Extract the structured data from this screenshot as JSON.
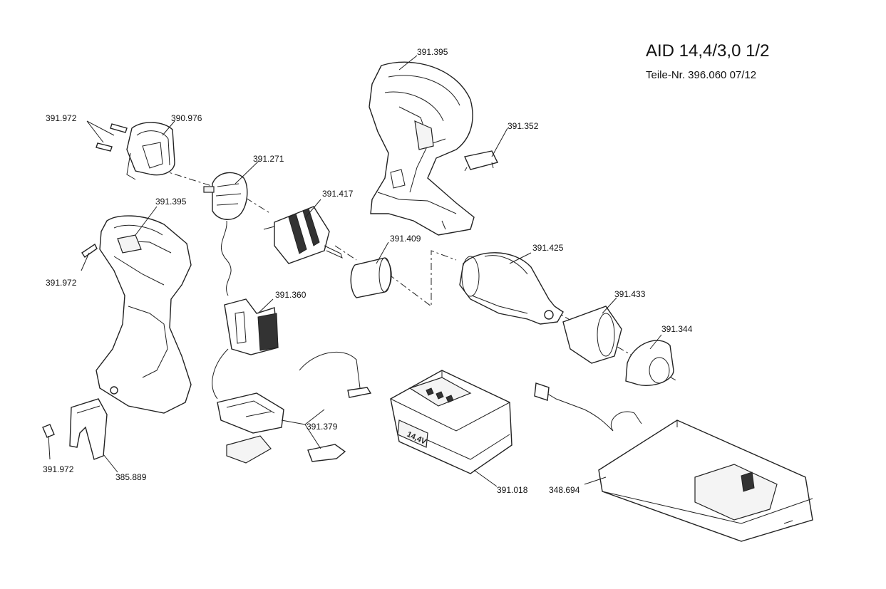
{
  "header": {
    "title": "AID 14,4/3,0 1/2",
    "subtitle": "Teile-Nr. 396.060   07/12"
  },
  "parts": [
    {
      "id": "p-391-395-top",
      "label": "391.395"
    },
    {
      "id": "p-391-972-a",
      "label": "391.972"
    },
    {
      "id": "p-390-976",
      "label": "390.976"
    },
    {
      "id": "p-391-352",
      "label": "391.352"
    },
    {
      "id": "p-391-271",
      "label": "391.271"
    },
    {
      "id": "p-391-417",
      "label": "391.417"
    },
    {
      "id": "p-391-395-left",
      "label": "391.395"
    },
    {
      "id": "p-391-409",
      "label": "391.409"
    },
    {
      "id": "p-391-425",
      "label": "391.425"
    },
    {
      "id": "p-391-972-b",
      "label": "391.972"
    },
    {
      "id": "p-391-360",
      "label": "391.360"
    },
    {
      "id": "p-391-433",
      "label": "391.433"
    },
    {
      "id": "p-391-344",
      "label": "391.344"
    },
    {
      "id": "p-391-379",
      "label": "391.379"
    },
    {
      "id": "p-391-972-c",
      "label": "391.972"
    },
    {
      "id": "p-385-889",
      "label": "385.889"
    },
    {
      "id": "p-391-018",
      "label": "391.018"
    },
    {
      "id": "p-348-694",
      "label": "348.694"
    }
  ],
  "battery_marking": "14,4V",
  "colors": {
    "line": "#222222",
    "background": "#ffffff"
  }
}
